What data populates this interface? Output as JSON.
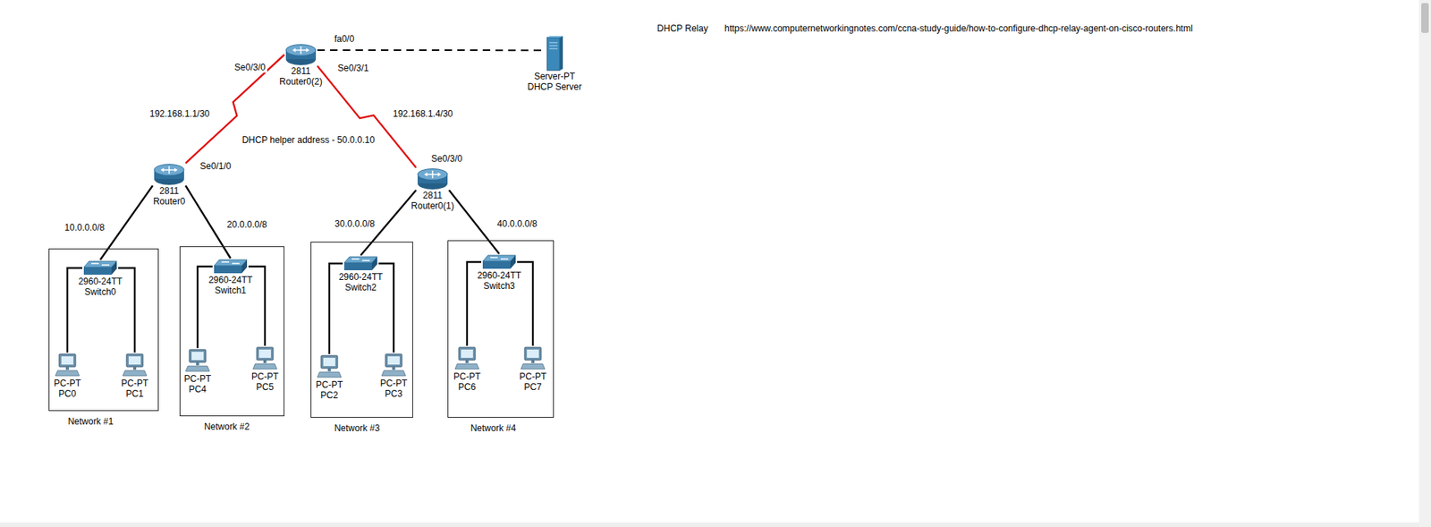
{
  "diagram": {
    "nodes": [
      {
        "text": [
          "2811",
          "Router0(2)"
        ]
      },
      {
        "text": [
          "Server-PT",
          "DHCP Server"
        ]
      },
      {
        "text": [
          "2811",
          "Router0"
        ]
      },
      {
        "text": [
          "2811",
          "Router0(1)"
        ]
      },
      {
        "text": [
          "Network #1"
        ]
      },
      {
        "text": [
          "2960-24TT",
          "Switch0"
        ],
        "in": 4
      },
      {
        "text": [
          "PC-PT",
          "PC0"
        ],
        "in": 4
      },
      {
        "text": [
          "PC-PT",
          "PC1"
        ],
        "in": 4
      },
      {
        "text": [
          "Network #2"
        ]
      },
      {
        "text": [
          "2960-24TT",
          "Switch1"
        ],
        "in": 8
      },
      {
        "text": [
          "PC-PT",
          "PC4"
        ],
        "in": 8
      },
      {
        "text": [
          "PC-PT",
          "PC5"
        ],
        "in": 8
      },
      {
        "text": [
          "Network #3"
        ]
      },
      {
        "text": [
          "2960-24TT",
          "Switch2"
        ],
        "in": 12
      },
      {
        "text": [
          "PC-PT",
          "PC2"
        ],
        "in": 12
      },
      {
        "text": [
          "PC-PT",
          "PC3"
        ],
        "in": 12
      },
      {
        "text": [
          "Network #4"
        ]
      },
      {
        "text": [
          "2960-24TT",
          "Switch3"
        ],
        "in": 16
      },
      {
        "text": [
          "PC-PT",
          "PC6"
        ],
        "in": 16
      },
      {
        "text": [
          "PC-PT",
          "PC7"
        ],
        "in": 16
      }
    ],
    "edges": [
      {
        "from": 0,
        "to": 1,
        "arrow": "none"
      },
      {
        "from": 0,
        "to": 2,
        "label": "192.168.1.1/30",
        "arrow": "none"
      },
      {
        "from": 0,
        "to": 3,
        "label": "192.168.1.4/30",
        "arrow": "none"
      },
      {
        "from": 2,
        "to": 5,
        "label": "10.0.0.0/8",
        "arrow": "none"
      },
      {
        "from": 2,
        "to": 9,
        "label": "20.0.0.0/8",
        "arrow": "none"
      },
      {
        "from": 3,
        "to": 13,
        "label": "30.0.0.0/8",
        "arrow": "none"
      },
      {
        "from": 3,
        "to": 17,
        "label": "40.0.0.0/8",
        "arrow": "none"
      },
      {
        "from": 5,
        "to": 6,
        "arrow": "none"
      },
      {
        "from": 5,
        "to": 7,
        "arrow": "none"
      },
      {
        "from": 9,
        "to": 10,
        "arrow": "none"
      },
      {
        "from": 9,
        "to": 11,
        "arrow": "none"
      },
      {
        "from": 13,
        "to": 14,
        "arrow": "none"
      },
      {
        "from": 13,
        "to": 15,
        "arrow": "none"
      },
      {
        "from": 17,
        "to": 18,
        "arrow": "none"
      },
      {
        "from": 17,
        "to": 19,
        "arrow": "none"
      }
    ],
    "labels": [
      "Se0/3/0",
      "fa0/0",
      "Se0/3/1",
      "DHCP helper address - 50.0.0.10",
      "Se0/1/0",
      "Se0/3/0",
      "DHCP Relay",
      "https://www.computernetworkingnotes.com/ccna-study-guide/how-to-configure-dhcp-relay-agent-on-cisco-routers.html"
    ]
  }
}
